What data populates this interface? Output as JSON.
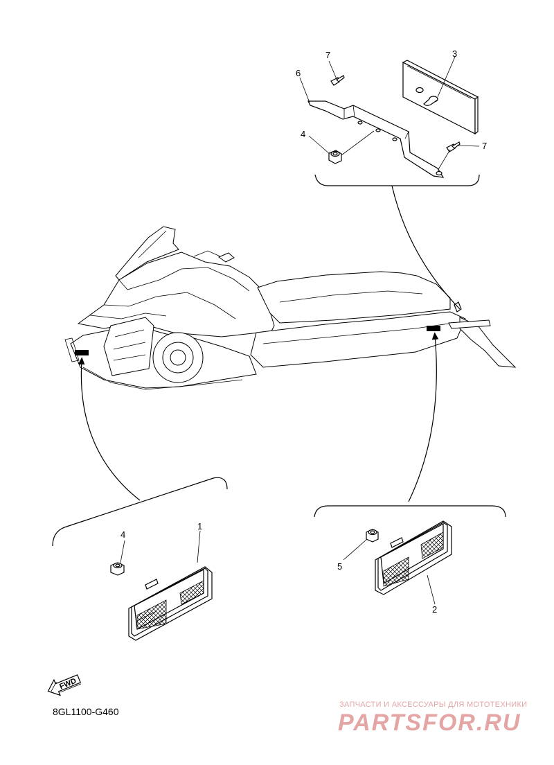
{
  "callouts": {
    "c1": "1",
    "c2": "2",
    "c3": "3",
    "c4a": "4",
    "c4b": "4",
    "c5": "5",
    "c6": "6",
    "c7a": "7",
    "c7b": "7"
  },
  "fwd_label": "FWD",
  "diagram_code": "8GL1100-G460",
  "watermark": {
    "tagline": "ЗАПЧАСТИ И АКСЕССУАРЫ ДЛЯ МОТОТЕХНИКИ",
    "brand": "PARTSFOR.RU",
    "color": "#e4a5a5"
  }
}
